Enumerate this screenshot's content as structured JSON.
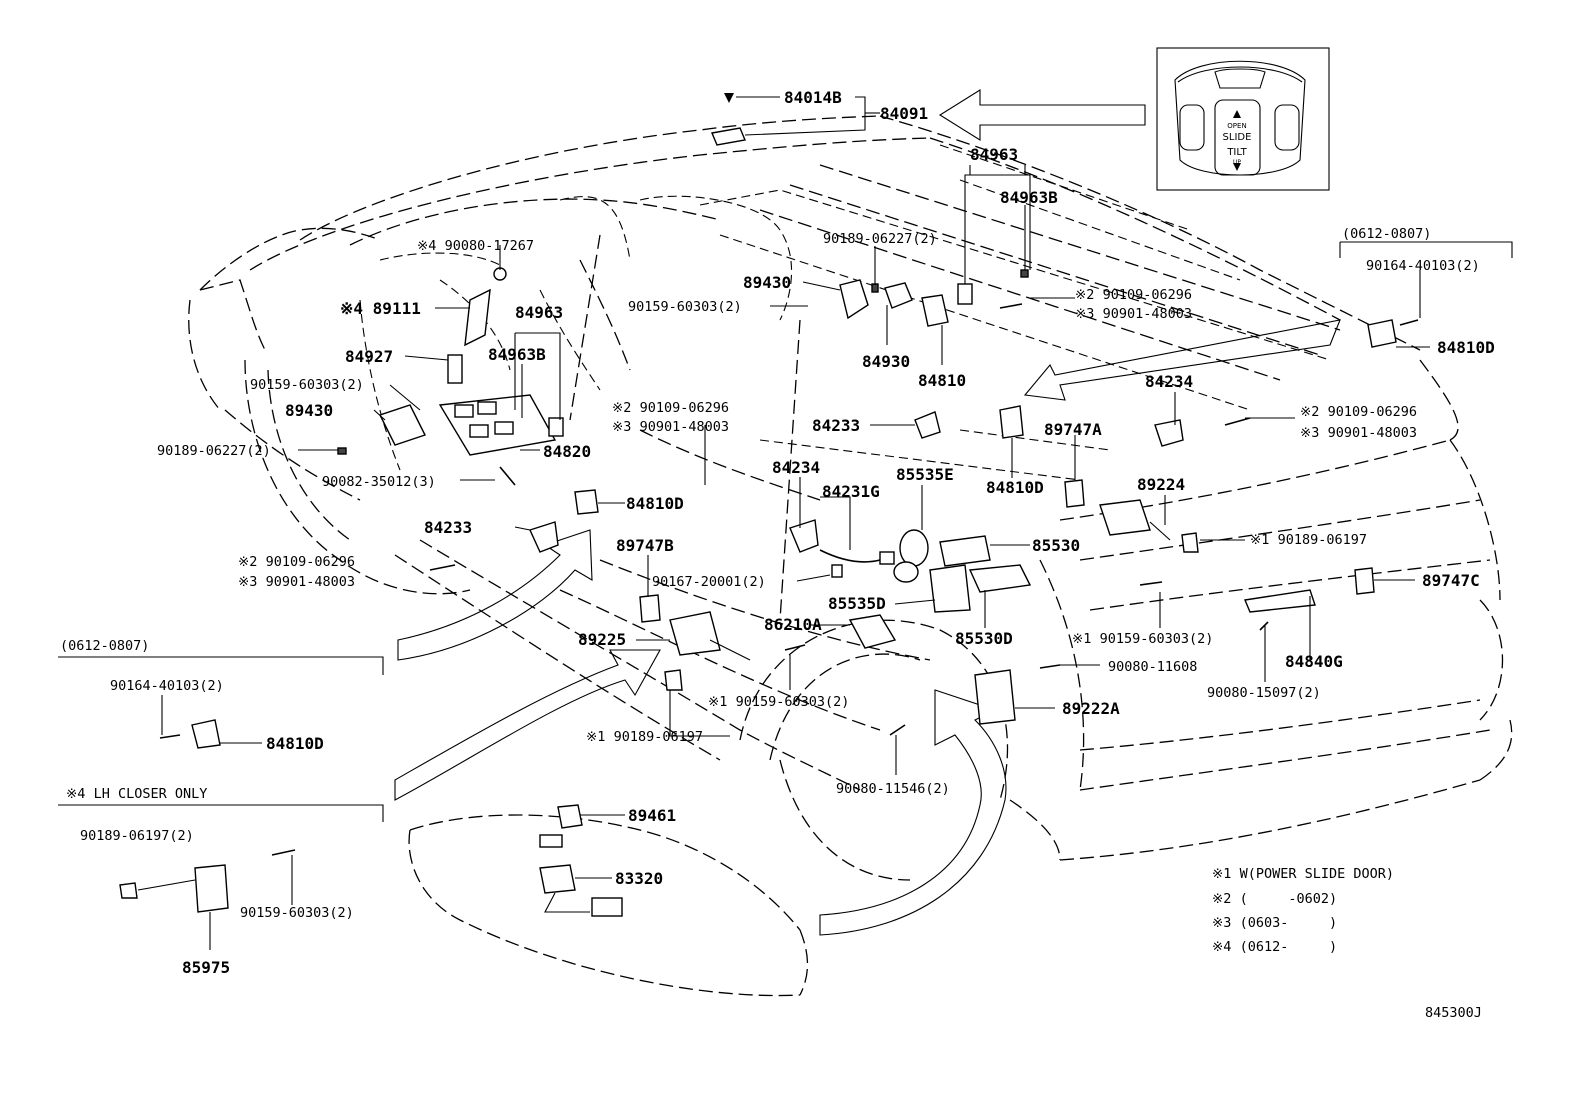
{
  "diagram_code": "845300J",
  "panel_labels": {
    "right_date_range": "(0612-0807)",
    "left_date_range": "(0612-0807)",
    "lh_closer_note": "※4 LH CLOSER ONLY"
  },
  "switch_inset": {
    "open": "OPEN",
    "slide": "SLIDE",
    "tilt": "TILT",
    "up": "UP"
  },
  "legend": [
    "※1 W(POWER SLIDE DOOR)",
    "※2 (     -0602)",
    "※3 (0603-     )",
    "※4 (0612-     )"
  ],
  "parts": {
    "p84014B": "84014B",
    "p84091": "84091",
    "p84963_top": "84963",
    "p84963B_top": "84963B",
    "p90189_06227_top": "90189-06227(2)",
    "p89430_mid": "89430",
    "p90159_60303_mid": "90159-60303(2)",
    "p84930": "84930",
    "p84810": "84810",
    "s2_90109_top": "※2 90109-06296",
    "s3_90901_top": "※3 90901-48003",
    "s4_90080_17267": "※4 90080-17267",
    "s4_89111": "※4 89111",
    "p84963_left": "84963",
    "p84927": "84927",
    "p84963B_left": "84963B",
    "p90159_60303_left": "90159-60303(2)",
    "p89430_left": "89430",
    "s2_90109_left": "※2 90109-06296",
    "s3_90901_left": "※3 90901-48003",
    "p90189_06227_left": "90189-06227(2)",
    "p84820": "84820",
    "p90082_35012": "90082-35012(3)",
    "p84810D_left": "84810D",
    "p84233_left": "84233",
    "s2_90109_lower": "※2 90109-06296",
    "s3_90901_lower": "※3 90901-48003",
    "p84233_mid": "84233",
    "p84234_mid": "84234",
    "p84231G": "84231G",
    "p85535E": "85535E",
    "p89747B": "89747B",
    "p90167_20001": "90167-20001(2)",
    "p85535D": "85535D",
    "p86210A": "86210A",
    "p89225": "89225",
    "s1_90159_60303_mid": "※1 90159-60303(2)",
    "s1_90189_06197_mid": "※1 90189-06197",
    "p90080_11546": "90080-11546(2)",
    "p85530": "85530",
    "p85530D": "85530D",
    "p84810D_mid": "84810D",
    "p89747A": "89747A",
    "p84234_right": "84234",
    "s2_90109_right": "※2 90109-06296",
    "s3_90901_right": "※3 90901-48003",
    "p89224": "89224",
    "s1_90189_06197_right": "※1 90189-06197",
    "p90164_40103_right": "90164-40103(2)",
    "p84810D_right": "84810D",
    "p89747C": "89747C",
    "s1_90159_60303_right": "※1 90159-60303(2)",
    "p84840G": "84840G",
    "p90080_11608": "90080-11608",
    "p90080_15097": "90080-15097(2)",
    "p89222A": "89222A",
    "p89461": "89461",
    "p83320": "83320",
    "p90164_40103_left": "90164-40103(2)",
    "p84810D_inset": "84810D",
    "p90189_06197_inset": "90189-06197(2)",
    "p90159_60303_inset": "90159-60303(2)",
    "p85975": "85975"
  }
}
